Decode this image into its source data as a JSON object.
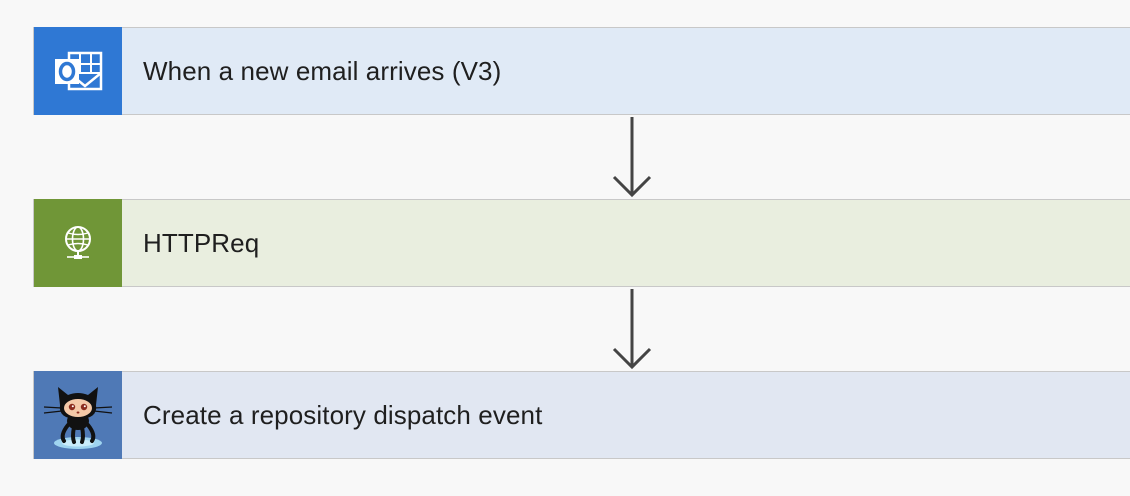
{
  "flow": {
    "steps": [
      {
        "title": "When a new email arrives (V3)",
        "icon": "outlook-icon",
        "icon_bg": "#2f78d4",
        "card_bg": "#e0eaf6"
      },
      {
        "title": "HTTPReq",
        "icon": "globe-icon",
        "icon_bg": "#709637",
        "card_bg": "#e9eedf"
      },
      {
        "title": "Create a repository dispatch event",
        "icon": "github-octocat-icon",
        "icon_bg": "#4f79b6",
        "card_bg": "#e1e7f2"
      }
    ],
    "connector_color": "#444444"
  }
}
